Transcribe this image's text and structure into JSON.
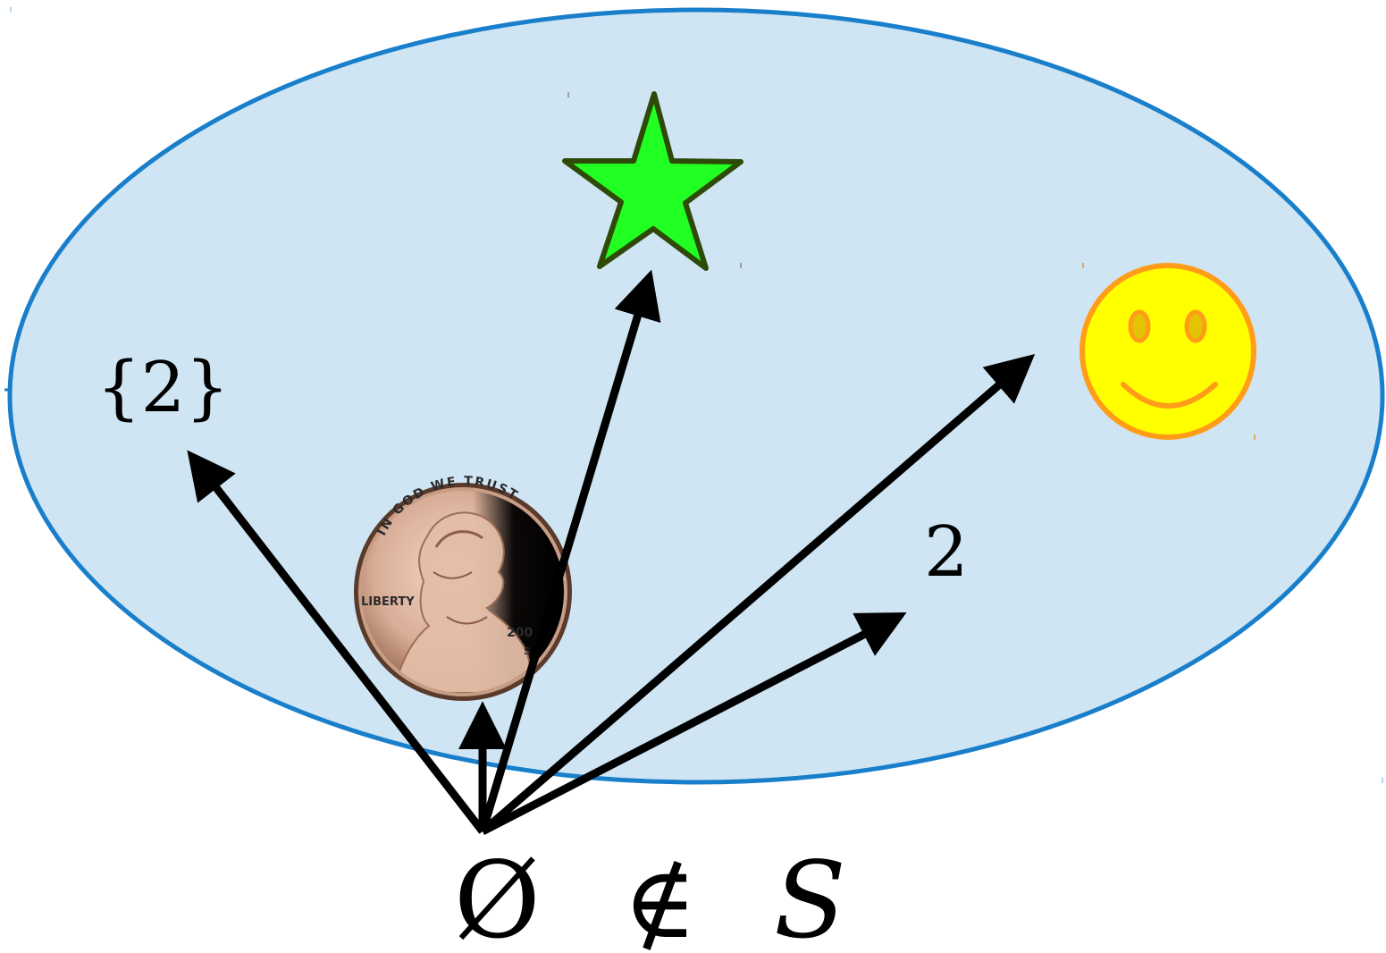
{
  "diagram": {
    "set_label": "{2}",
    "number_label": "2",
    "statement": {
      "empty_set": "Ø",
      "not_member": "∉",
      "set_name": "S"
    },
    "penny": {
      "motto": "IN GOD WE TRUST",
      "liberty": "LIBERTY",
      "year": "200",
      "mint_mark": "S"
    },
    "colors": {
      "set_fill": "#cfe5f3",
      "set_outline": "#1a7fcb",
      "star_fill": "#22ff22",
      "star_outline": "#2d4a07",
      "smiley_fill": "#ffff00",
      "smiley_outline": "#ff9d18",
      "arrow": "#000000"
    },
    "icons": [
      "green-star-icon",
      "smiley-face-icon",
      "penny-coin-icon"
    ]
  }
}
